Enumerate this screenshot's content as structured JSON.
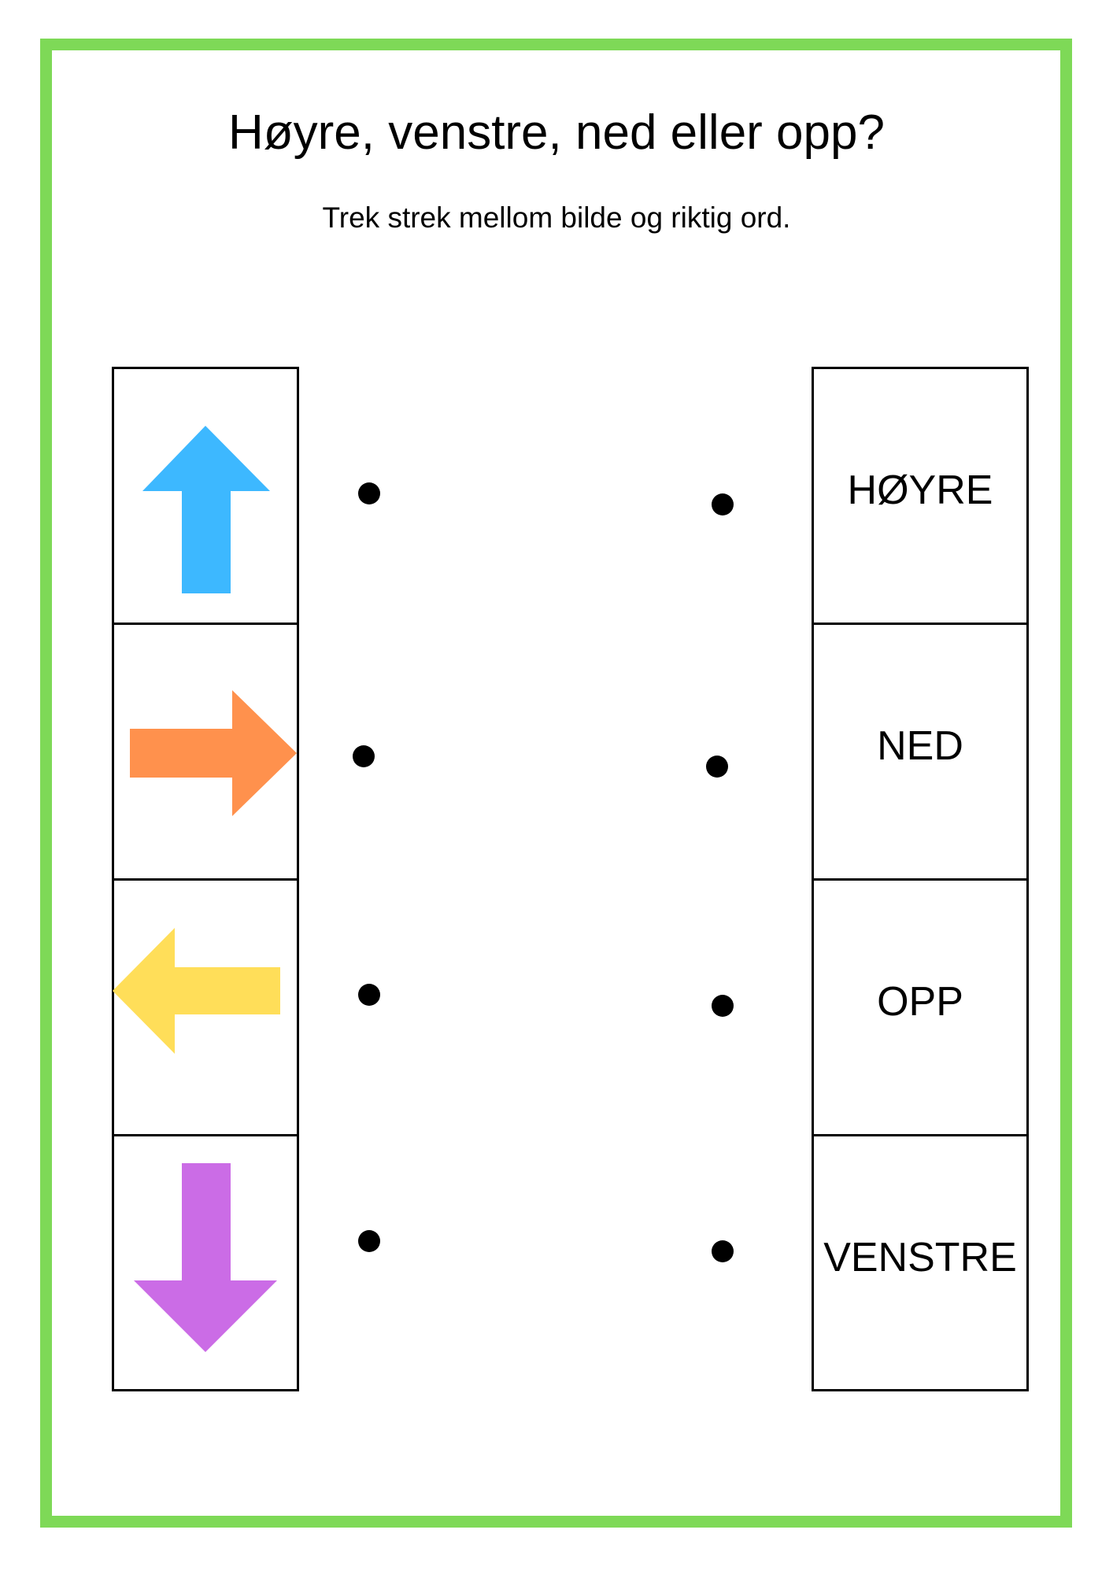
{
  "worksheet": {
    "title": "Høyre, venstre, ned eller opp?",
    "subtitle": "Trek strek mellom bilde og riktig ord."
  },
  "pictures": [
    {
      "icon": "arrow-up-icon",
      "color": "#3db8ff"
    },
    {
      "icon": "arrow-right-icon",
      "color": "#ff914d"
    },
    {
      "icon": "arrow-left-icon",
      "color": "#ffde59"
    },
    {
      "icon": "arrow-down-icon",
      "color": "#cb6ce6"
    }
  ],
  "words": [
    "HØYRE",
    "NED",
    "OPP",
    "VENSTRE"
  ],
  "colors": {
    "frame": "#7ed957"
  }
}
